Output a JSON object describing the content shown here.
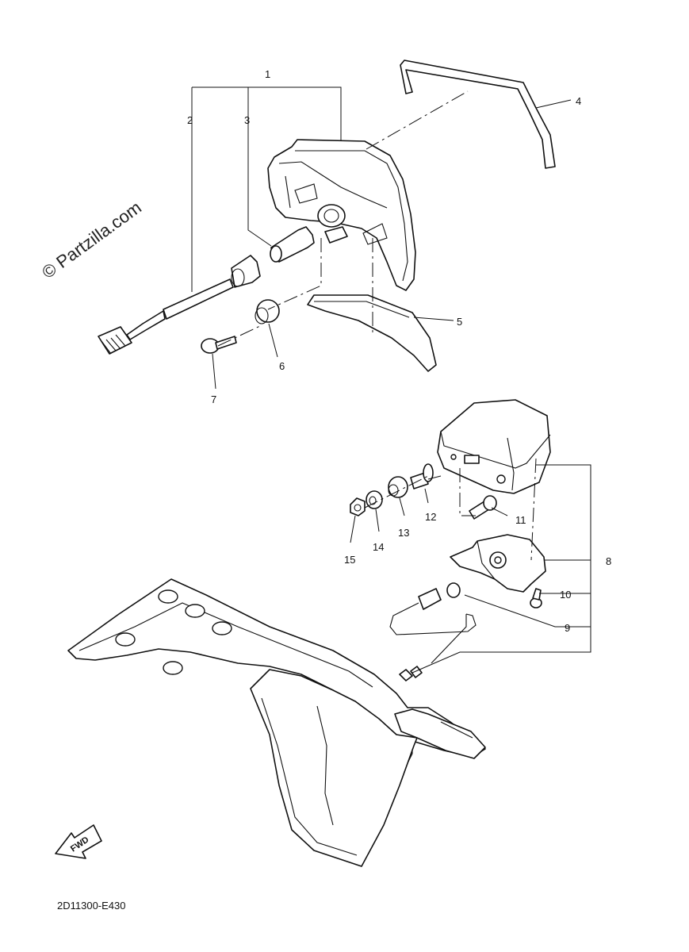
{
  "watermark": "© Partzilla.com",
  "diagram_code": "2D11300-E430",
  "direction_label": "FWD",
  "callouts": [
    "1",
    "2",
    "3",
    "4",
    "5",
    "6",
    "7",
    "8",
    "9",
    "10",
    "11",
    "12",
    "13",
    "14",
    "15"
  ]
}
